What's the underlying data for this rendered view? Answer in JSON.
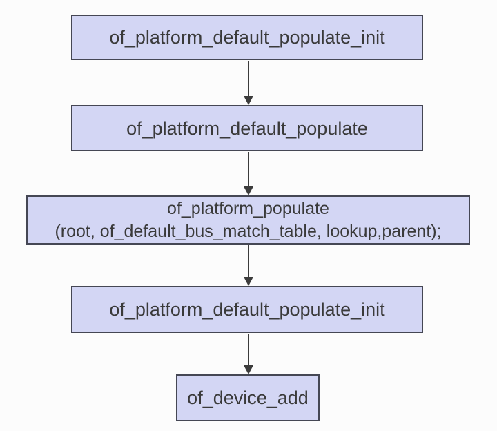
{
  "diagram": {
    "type": "flowchart",
    "direction": "top-down",
    "nodes": [
      {
        "id": "n1",
        "line1": "of_platform_default_populate_init"
      },
      {
        "id": "n2",
        "line1": "of_platform_default_populate"
      },
      {
        "id": "n3",
        "line1": "of_platform_populate",
        "line2": "(root, of_default_bus_match_table, lookup,parent);"
      },
      {
        "id": "n4",
        "line1": "of_platform_default_populate_init"
      },
      {
        "id": "n5",
        "line1": "of_device_add"
      }
    ],
    "edges": [
      {
        "from": "n1",
        "to": "n2"
      },
      {
        "from": "n2",
        "to": "n3"
      },
      {
        "from": "n3",
        "to": "n4"
      },
      {
        "from": "n4",
        "to": "n5"
      }
    ],
    "colors": {
      "node_fill": "#d3d6f4",
      "node_border": "#454754",
      "text": "#3a3a3a",
      "arrow": "#3c3c3c",
      "background": "#fcfcfc"
    }
  }
}
